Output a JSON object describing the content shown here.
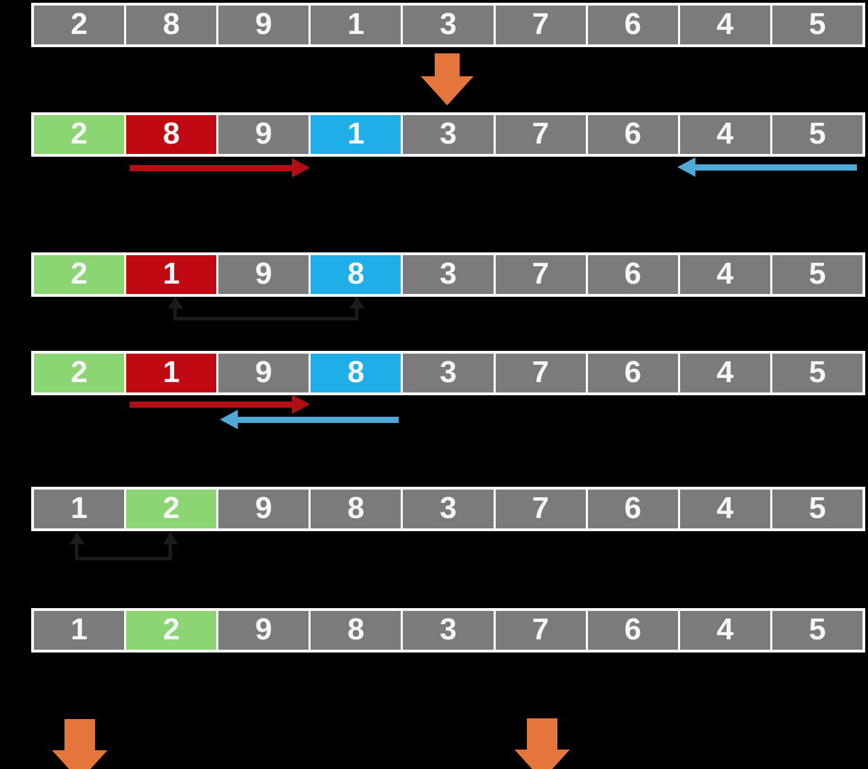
{
  "palette": {
    "bg": "#000000",
    "gray": "#7B7B7B",
    "green": "#8CD573",
    "red": "#C00913",
    "blue": "#1FAEE8",
    "arrow_red": "#B30E13",
    "arrow_blue": "#4FA8D5",
    "orange": "#E4763B",
    "swap": "#1B1B1B",
    "text": "#F6F6F6"
  },
  "rows": [
    {
      "id": "row-1",
      "cells": [
        {
          "v": "2",
          "color": "gray"
        },
        {
          "v": "8",
          "color": "gray"
        },
        {
          "v": "9",
          "color": "gray"
        },
        {
          "v": "1",
          "color": "gray"
        },
        {
          "v": "3",
          "color": "gray"
        },
        {
          "v": "7",
          "color": "gray"
        },
        {
          "v": "6",
          "color": "gray"
        },
        {
          "v": "4",
          "color": "gray"
        },
        {
          "v": "5",
          "color": "gray"
        }
      ]
    },
    {
      "id": "row-2",
      "cells": [
        {
          "v": "2",
          "color": "green"
        },
        {
          "v": "8",
          "color": "red"
        },
        {
          "v": "9",
          "color": "gray"
        },
        {
          "v": "1",
          "color": "blue"
        },
        {
          "v": "3",
          "color": "gray"
        },
        {
          "v": "7",
          "color": "gray"
        },
        {
          "v": "6",
          "color": "gray"
        },
        {
          "v": "4",
          "color": "gray"
        },
        {
          "v": "5",
          "color": "gray"
        }
      ]
    },
    {
      "id": "row-3",
      "cells": [
        {
          "v": "2",
          "color": "green"
        },
        {
          "v": "1",
          "color": "red"
        },
        {
          "v": "9",
          "color": "gray"
        },
        {
          "v": "8",
          "color": "blue"
        },
        {
          "v": "3",
          "color": "gray"
        },
        {
          "v": "7",
          "color": "gray"
        },
        {
          "v": "6",
          "color": "gray"
        },
        {
          "v": "4",
          "color": "gray"
        },
        {
          "v": "5",
          "color": "gray"
        }
      ]
    },
    {
      "id": "row-4",
      "cells": [
        {
          "v": "2",
          "color": "green"
        },
        {
          "v": "1",
          "color": "red"
        },
        {
          "v": "9",
          "color": "gray"
        },
        {
          "v": "8",
          "color": "blue"
        },
        {
          "v": "3",
          "color": "gray"
        },
        {
          "v": "7",
          "color": "gray"
        },
        {
          "v": "6",
          "color": "gray"
        },
        {
          "v": "4",
          "color": "gray"
        },
        {
          "v": "5",
          "color": "gray"
        }
      ]
    },
    {
      "id": "row-5",
      "cells": [
        {
          "v": "1",
          "color": "gray"
        },
        {
          "v": "2",
          "color": "green"
        },
        {
          "v": "9",
          "color": "gray"
        },
        {
          "v": "8",
          "color": "gray"
        },
        {
          "v": "3",
          "color": "gray"
        },
        {
          "v": "7",
          "color": "gray"
        },
        {
          "v": "6",
          "color": "gray"
        },
        {
          "v": "4",
          "color": "gray"
        },
        {
          "v": "5",
          "color": "gray"
        }
      ]
    },
    {
      "id": "row-6",
      "cells": [
        {
          "v": "1",
          "color": "gray"
        },
        {
          "v": "2",
          "color": "green"
        },
        {
          "v": "9",
          "color": "gray"
        },
        {
          "v": "8",
          "color": "gray"
        },
        {
          "v": "3",
          "color": "gray"
        },
        {
          "v": "7",
          "color": "gray"
        },
        {
          "v": "6",
          "color": "gray"
        },
        {
          "v": "4",
          "color": "gray"
        },
        {
          "v": "5",
          "color": "gray"
        }
      ]
    }
  ],
  "arrows": {
    "pivot_down_arrow": {
      "icon": "down-arrow",
      "color_key": "orange"
    },
    "row2_red_scan": {
      "icon": "arrow-right",
      "color_key": "arrow_red"
    },
    "row2_blue_scan": {
      "icon": "arrow-left",
      "color_key": "arrow_blue"
    },
    "row3_swap": {
      "icon": "swap-bracket",
      "color_key": "swap"
    },
    "row4_red_scan": {
      "icon": "arrow-right",
      "color_key": "arrow_red"
    },
    "row4_blue_scan": {
      "icon": "arrow-left",
      "color_key": "arrow_blue"
    },
    "row5_swap": {
      "icon": "swap-bracket",
      "color_key": "swap"
    },
    "bottom_left_arrow": {
      "icon": "down-arrow",
      "color_key": "orange"
    },
    "bottom_right_arrow": {
      "icon": "down-arrow",
      "color_key": "orange"
    }
  }
}
